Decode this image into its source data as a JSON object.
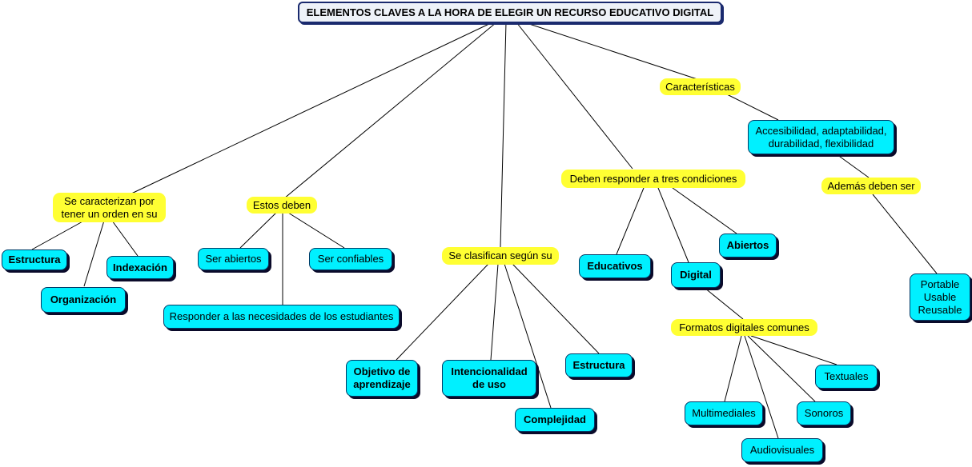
{
  "root": {
    "label": "ELEMENTOS CLAVES A LA HORA DE ELEGIR UN RECURSO EDUCATIVO DIGITAL"
  },
  "links": {
    "caracterizan": "Se caracterizan por\ntener un orden en su",
    "estos_deben": "Estos deben",
    "clasifican": "Se clasifican según su",
    "condiciones": "Deben responder a tres condiciones",
    "caracteristicas": "Características",
    "ademas": "Además deben ser",
    "formatos": "Formatos digitales comunes"
  },
  "concepts": {
    "estructura_1": "Estructura",
    "indexacion": "Indexación",
    "organizacion": "Organización",
    "ser_abiertos": "Ser abiertos",
    "ser_confiables": "Ser confiables",
    "responder": "Responder a las necesidades de los estudiantes",
    "objetivo": "Objetivo de\naprendizaje",
    "intencionalidad": "Intencionalidad\nde uso",
    "estructura_2": "Estructura",
    "complejidad": "Complejidad",
    "educativos": "Educativos",
    "abiertos": "Abiertos",
    "digital": "Digital",
    "accesibilidad": "Accesibilidad, adaptabilidad,\ndurabilidad, flexibilidad",
    "portable": "Portable\nUsable\nReusable",
    "multimediales": "Multimediales",
    "textuales": "Textuales",
    "sonoros": "Sonoros",
    "audiovisuales": "Audiovisuales"
  },
  "colors": {
    "concept": "#00f0ff",
    "link": "#ffff33",
    "title_bg": "#eef2f8",
    "title_border": "#1a2a6e"
  }
}
